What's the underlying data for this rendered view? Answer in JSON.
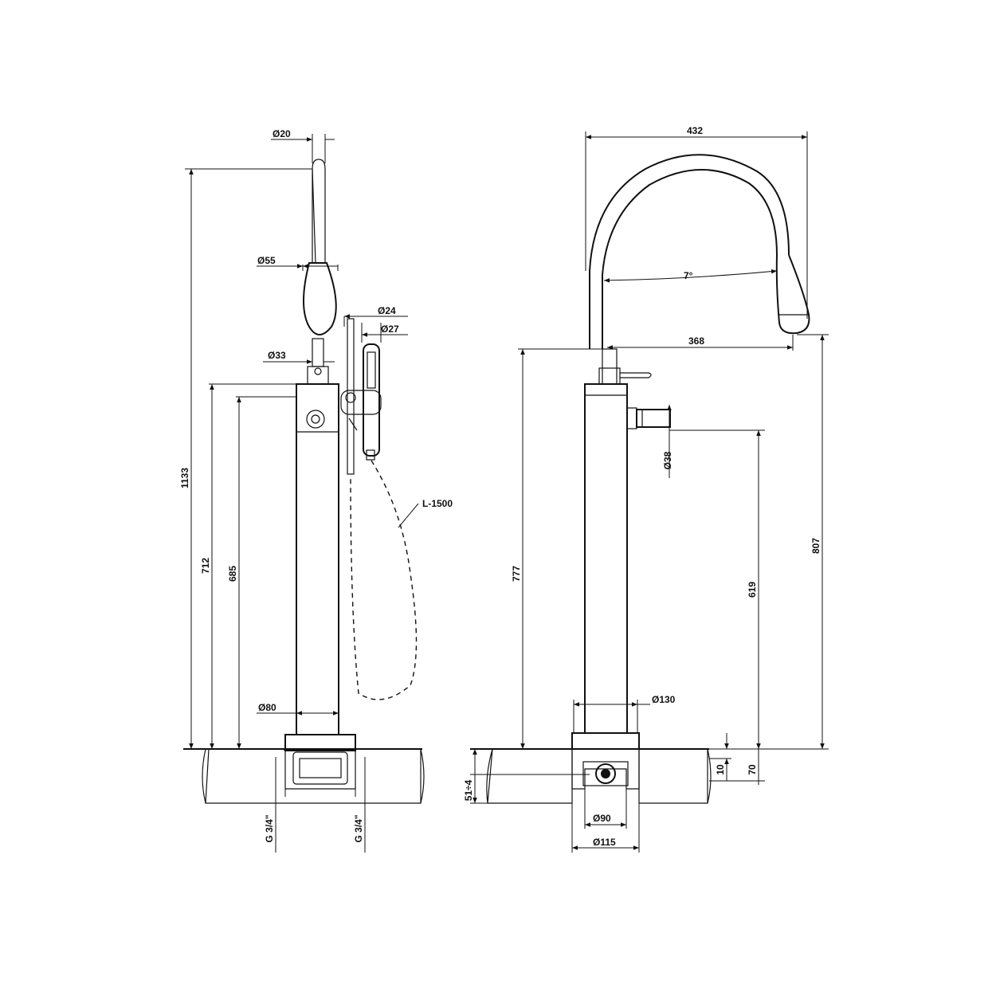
{
  "colors": {
    "line": "#111111",
    "background": "#ffffff"
  },
  "left_view": {
    "dims": {
      "d20": "Ø20",
      "d55": "Ø55",
      "d24": "Ø24",
      "d27": "Ø27",
      "d33": "Ø33",
      "h1133": "1133",
      "h712": "712",
      "h685": "685",
      "d80": "Ø80",
      "hose": "L-1500",
      "g1": "G 3/4\"",
      "g2": "G 3/4\""
    }
  },
  "right_view": {
    "dims": {
      "w432": "432",
      "angle": "7°",
      "w368": "368",
      "d38": "Ø38",
      "h777": "777",
      "h807": "807",
      "h619": "619",
      "d130": "Ø130",
      "h10": "10",
      "h70": "70",
      "h51": "51÷4",
      "d90": "Ø90",
      "d115": "Ø115"
    }
  }
}
